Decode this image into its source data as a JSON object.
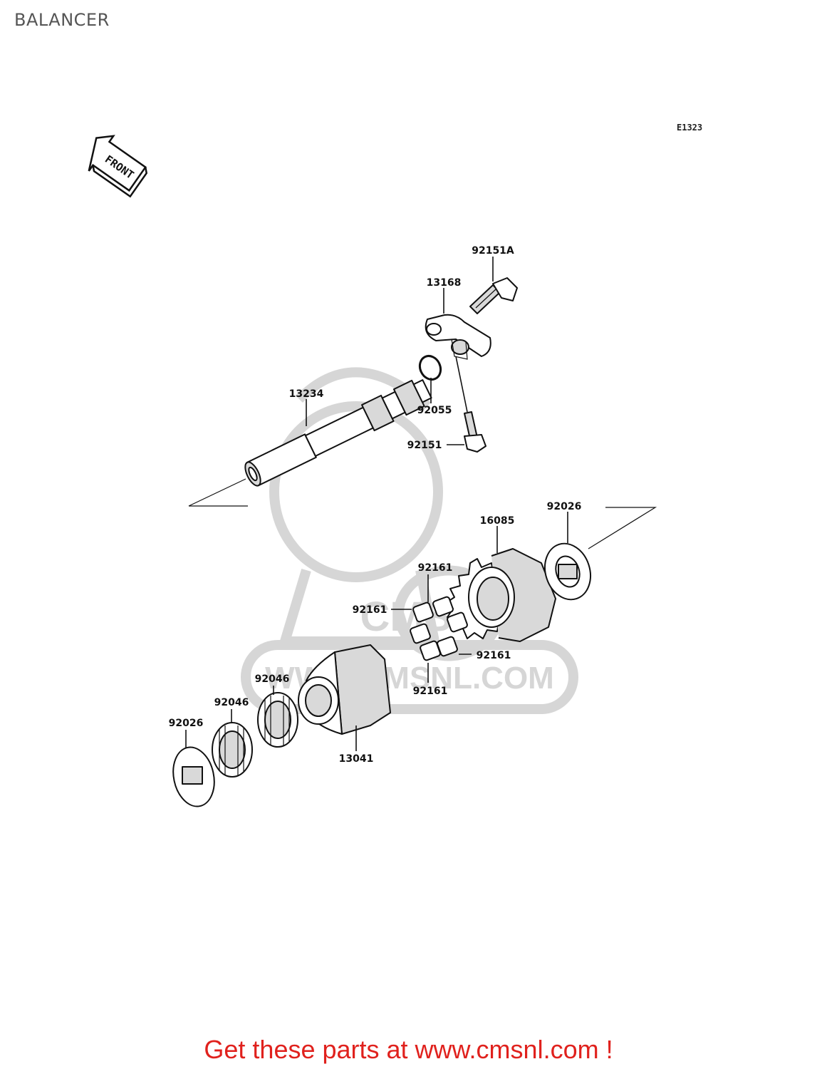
{
  "page": {
    "title": "BALANCER",
    "diagram_code": "E1323",
    "footer": "Get these parts at www.cmsnl.com !"
  },
  "orientation": {
    "label": "FRONT",
    "icon": "front-arrow-icon"
  },
  "watermark": {
    "mark": "CMS",
    "url": "WWW.CMSNL.COM",
    "color": "#d6d6d6"
  },
  "colors": {
    "footer_text": "#e0211d",
    "line_art": "#111111",
    "title_text": "#555555"
  },
  "parts": {
    "p92151A": "92151A",
    "p13168": "13168",
    "p92055": "92055",
    "p13234": "13234",
    "p92151": "92151",
    "p92026_top": "92026",
    "p16085": "16085",
    "p92161_a": "92161",
    "p92161_b": "92161",
    "p92161_c": "92161",
    "p92161_d": "92161",
    "p92046_a": "92046",
    "p92046_b": "92046",
    "p92026_bottom": "92026",
    "p13041": "13041"
  }
}
